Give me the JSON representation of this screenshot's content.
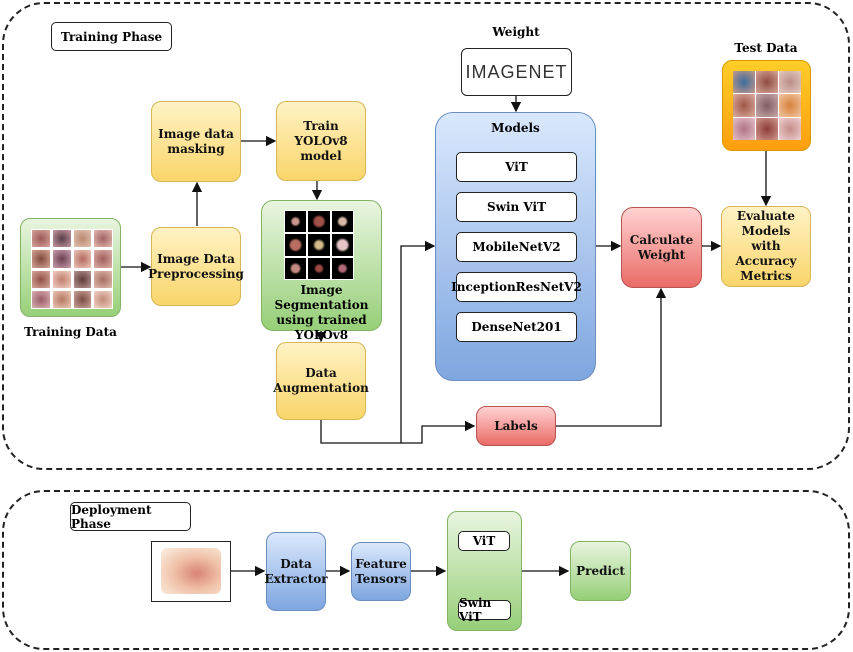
{
  "training_phase": {
    "label": "Training Phase",
    "training_data_label": "Training Data",
    "image_data_preprocessing": "Image Data Preprocessing",
    "image_data_masking": "Image data masking",
    "train_yolo": "Train YOLOv8 model",
    "segmentation_caption": "Image Segmentation using trained YOLOv8",
    "data_augmentation": "Data Augmentation",
    "weight_label": "Weight",
    "imagenet_logo": "IMAGENET",
    "models_title": "Models",
    "models": [
      "ViT",
      "Swin ViT",
      "MobileNetV2",
      "InceptionResNetV2",
      "DenseNet201"
    ],
    "labels": "Labels",
    "calculate_weight": "Calculate Weight",
    "test_data_label": "Test Data",
    "evaluate": "Evaluate Models with Accuracy Metrics"
  },
  "deployment_phase": {
    "label": "Deployment Phase",
    "data_extractor": "Data Extractor",
    "feature_tensors": "Feature Tensors",
    "vit": "ViT",
    "swin_vit": "Swin ViT",
    "predict": "Predict"
  }
}
